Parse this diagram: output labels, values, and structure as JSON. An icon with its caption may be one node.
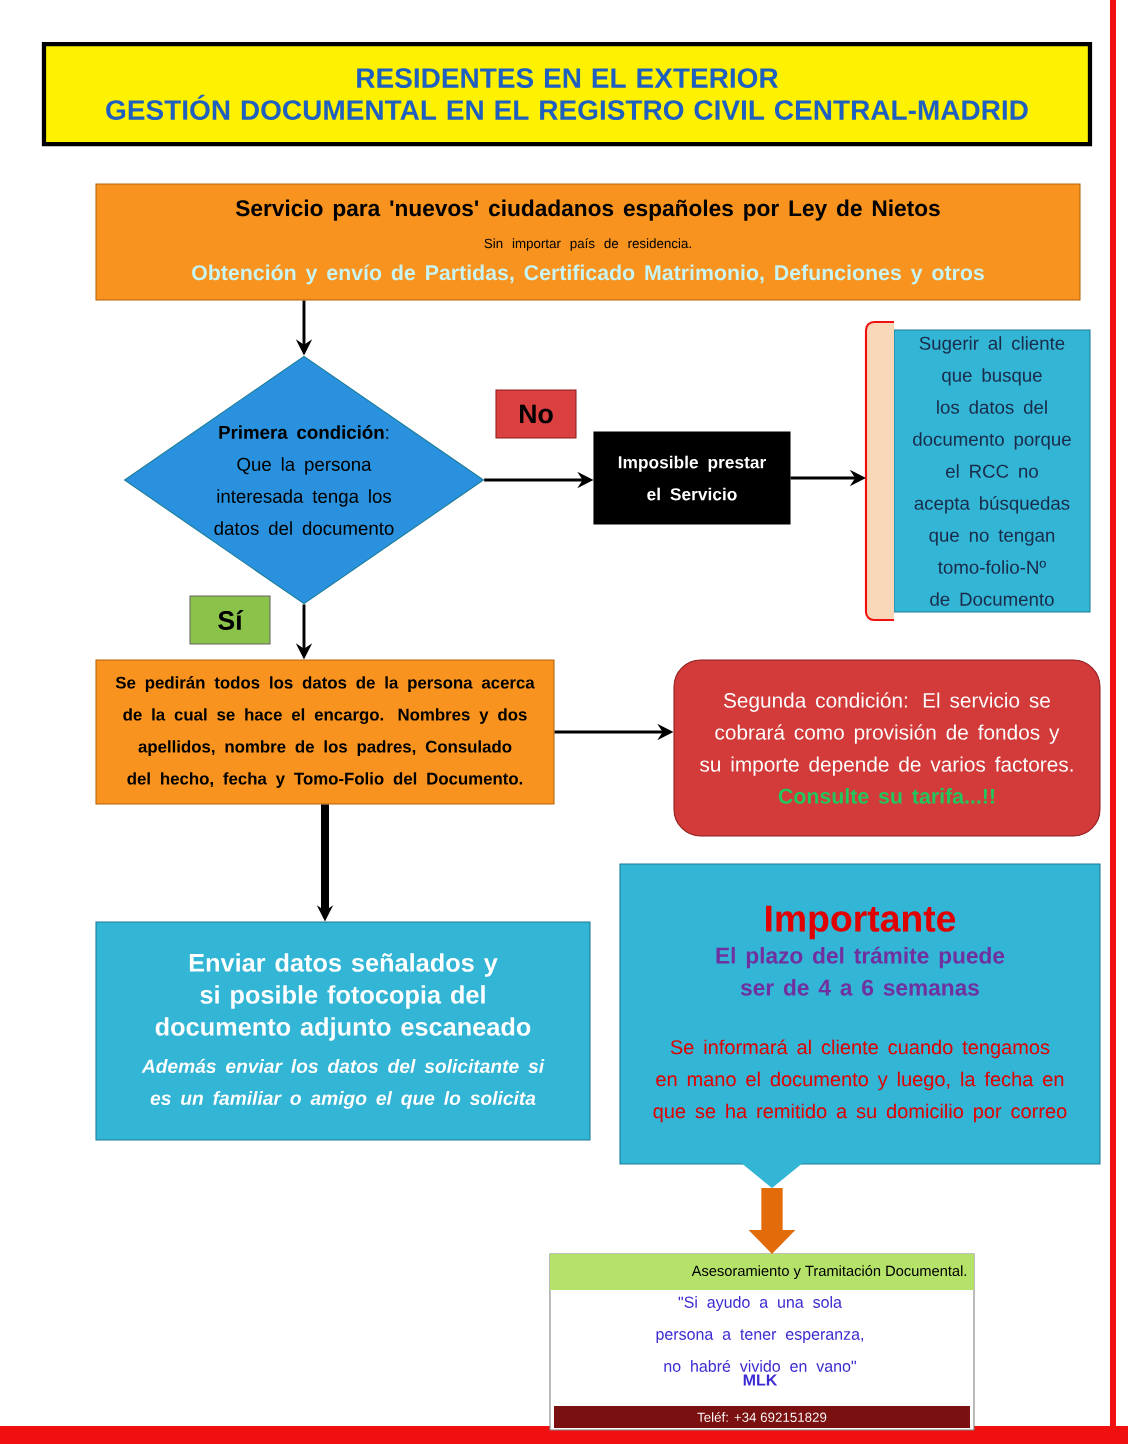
{
  "diagram": {
    "nodes": [
      {
        "text": [
          "RESIDENTES EN EL EXTERIOR",
          "GESTIÓN DOCUMENTAL EN EL REGISTRO CIVIL CENTRAL-MADRID"
        ]
      },
      {
        "text": [
          "Servicio para 'nuevos' ciudadanos españoles por Ley de Nietos",
          "Sin importar país de residencia.",
          "Obtención y envío de Partidas, Certificado Matrimonio, Defunciones y otros"
        ]
      },
      {
        "text": [
          "**Primera condición**: Que la persona interesada tenga los datos del documento"
        ]
      },
      {
        "text": [
          "Imposible prestar el Servicio"
        ]
      },
      {
        "text": [
          "Sugerir al cliente que busque los datos del documento porque el RCC no acepta búsquedas que no tengan tomo-folio-Nº de Documento"
        ]
      },
      {
        "text": [
          "Se pedirán todos los datos de la persona acerca de la cual se hace el encargo. Nombres y dos apellidos, nombre de los padres, Consulado del hecho, fecha y Tomo-Folio del Documento."
        ]
      },
      {
        "text": [
          "Segunda condición: El servicio se cobrará como provisión de fondos y su importe depende de varios factores.",
          "Consulte su tarifa...!!"
        ]
      },
      {
        "text": [
          "Enviar datos señalados y si posible fotocopia del documento adjunto escaneado",
          "Además enviar los datos del solicitante si es un familiar o amigo el que lo solicita"
        ]
      },
      {
        "text": [
          "Importante",
          "El plazo del trámite puede ser de 4 a 6 semanas",
          "Se informará al cliente cuando tengamos en mano el documento y luego, la fecha en que se ha remitido a su domicilio por correo"
        ]
      },
      {
        "text": [
          "Asesoramiento y Tramitación Documental.",
          "\"Si ayudo a una sola persona a tener esperanza, no habré vivido en vano\"",
          "MLK",
          "Teléf: +34 692151829"
        ]
      }
    ],
    "edges": [
      {
        "from": 1,
        "to": 2,
        "arrow": "to"
      },
      {
        "from": 2,
        "to": 3,
        "arrow": "to",
        "label": "No"
      },
      {
        "from": 3,
        "to": 4,
        "arrow": "to"
      },
      {
        "from": 2,
        "to": 5,
        "arrow": "to",
        "label": "Sí"
      },
      {
        "from": 5,
        "to": 6,
        "arrow": "to"
      },
      {
        "from": 5,
        "to": 7,
        "arrow": "to",
        "style": "thick"
      },
      {
        "from": 8,
        "to": 9,
        "arrow": "to",
        "style": "thick",
        "color": "#e36c0a"
      }
    ]
  }
}
